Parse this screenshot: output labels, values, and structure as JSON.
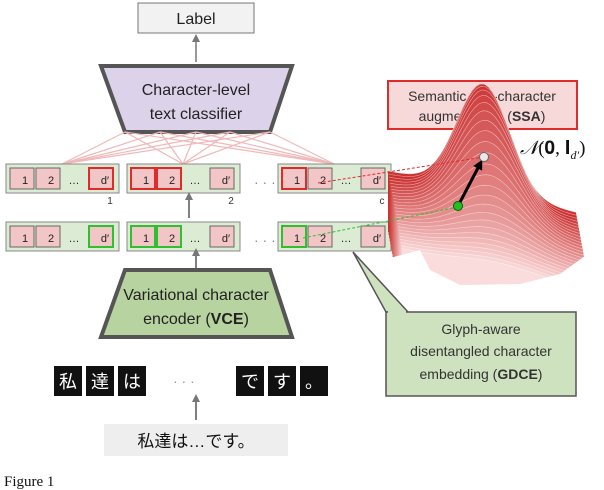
{
  "top": {
    "label": "Label"
  },
  "classifier": {
    "line1": "Character-level",
    "line2": "text classifier"
  },
  "ssa": {
    "line1": "Semantic sub-character",
    "line2_pre": "augmentation (",
    "line2_bold": "SSA",
    "line2_post": ")"
  },
  "distribution": {
    "label": "𝒩(0, I_d′)",
    "n": "𝒩",
    "args": "(𝟎, 𝐈",
    "sub": "d′",
    "close": ")"
  },
  "vce": {
    "line1": "Variational character",
    "line2_pre": "encoder (",
    "line2_bold": "VCE",
    "line2_post": ")"
  },
  "gdce": {
    "line1": "Glyph-aware",
    "line2": "disentangled character",
    "line3_pre": "embedding (",
    "line3_bold": "GDCE",
    "line3_post": ")"
  },
  "vectors": {
    "cells": [
      "1",
      "2",
      "…",
      "d′"
    ],
    "upper_indices": [
      "1",
      "2",
      "c"
    ],
    "dots": "· · ·"
  },
  "characters": [
    "私",
    "達",
    "は",
    "で",
    "す",
    "。"
  ],
  "char_dots": "· · ·",
  "input_text": "私達は…です。",
  "caption": "Figure 1",
  "colors": {
    "classifier_fill": "#dcd3ea",
    "encoder_fill": "#b7d3a0",
    "ssa_fill": "#f8d9d9",
    "ssa_border": "#e02b2b",
    "gdce_fill": "#cfe2bf",
    "cell_fill": "#f2c6c6",
    "vector_bg": "#dcebd4",
    "highlight_red": "#e02b2b",
    "highlight_green": "#2ec02e",
    "char_box": "#111111"
  }
}
